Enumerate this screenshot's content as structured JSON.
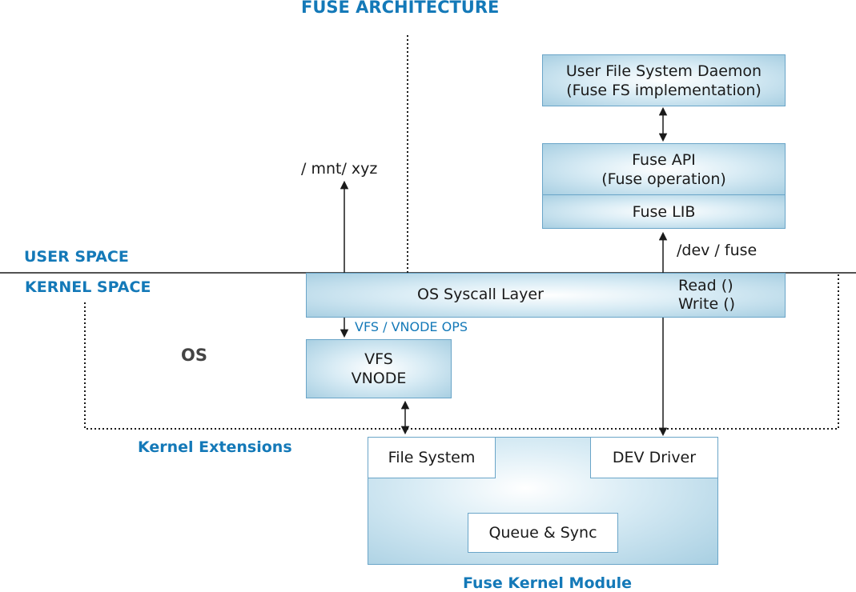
{
  "title": "FUSE ARCHITECTURE",
  "labels": {
    "user_space": "USER SPACE",
    "kernel_space": "KERNEL SPACE",
    "os": "OS",
    "kernel_extensions": "Kernel Extensions",
    "fuse_kernel_module": "Fuse Kernel Module",
    "mnt_path": "/ mnt/ xyz",
    "dev_fuse": "/dev / fuse",
    "vfs_vnode_ops": "VFS / VNODE OPS"
  },
  "boxes": {
    "daemon_line1": "User File System Daemon",
    "daemon_line2": "(Fuse FS implementation)",
    "fuse_api_line1": "Fuse API",
    "fuse_api_line2": "(Fuse operation)",
    "fuse_lib": "Fuse LIB",
    "syscall_layer": "OS Syscall Layer",
    "read": "Read ()",
    "write": "Write ()",
    "vfs": "VFS",
    "vnode": "VNODE",
    "file_system": "File System",
    "dev_driver": "DEV Driver",
    "queue_sync": "Queue & Sync"
  },
  "colors": {
    "accent_blue": "#1479b8",
    "box_border": "#6aa5c8",
    "box_fill": "#a8cfe2"
  }
}
